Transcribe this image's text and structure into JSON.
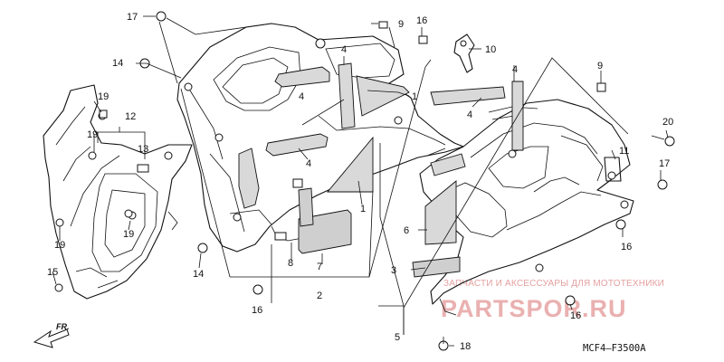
{
  "diagram": {
    "callouts": {
      "c1a": "1",
      "c1b": "1",
      "c2": "2",
      "c3": "3",
      "c4a": "4",
      "c4b": "4",
      "c4c": "4",
      "c4d": "4",
      "c4e": "4",
      "c5": "5",
      "c6": "6",
      "c7": "7",
      "c8": "8",
      "c9a": "9",
      "c9b": "9",
      "c10": "10",
      "c11": "11",
      "c12": "12",
      "c13": "13",
      "c14a": "14",
      "c14b": "14",
      "c15": "15",
      "c16a": "16",
      "c16b": "16",
      "c16c": "16",
      "c16d": "16",
      "c17a": "17",
      "c17b": "17",
      "c18": "18",
      "c19a": "19",
      "c19b": "19",
      "c19c": "19",
      "c19d": "19",
      "c20": "20"
    },
    "front_marker": "FR.",
    "diagram_code": "MCF4–F3500A"
  },
  "watermark": {
    "caption": "ЗАПЧАСТИ И АКСЕССУАРЫ ДЛЯ МОТОТЕХНИКИ",
    "brand": "PARTSPOR.RU"
  }
}
